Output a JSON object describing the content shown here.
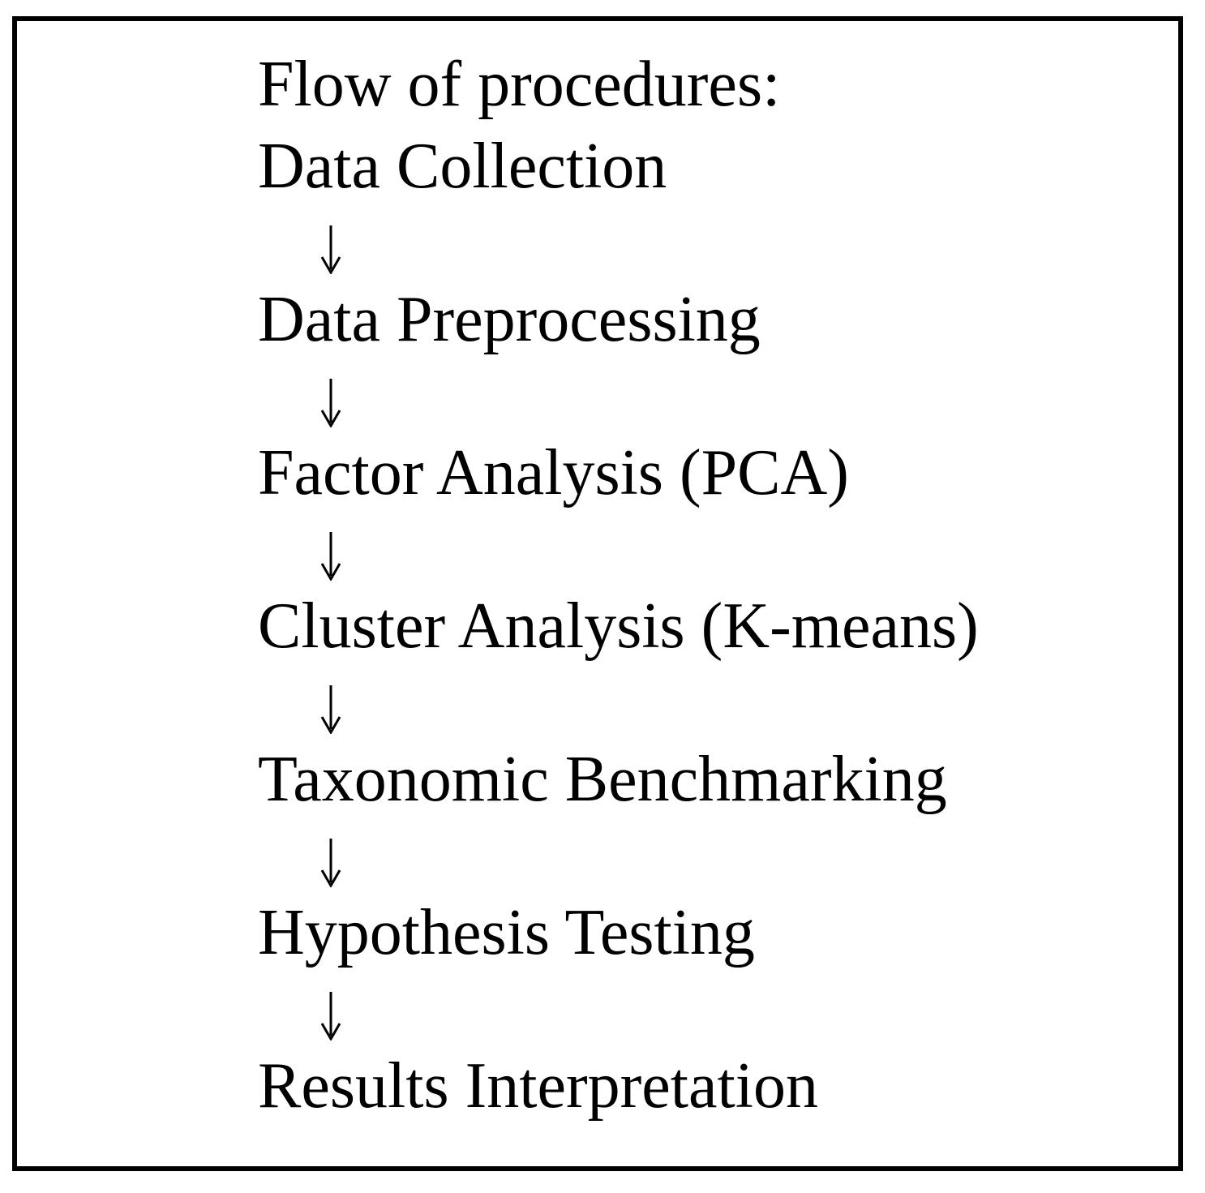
{
  "flow": {
    "title": "Flow of procedures:",
    "steps": [
      "Data Collection",
      "Data Preprocessing",
      "Factor Analysis (PCA)",
      "Cluster Analysis (K-means)",
      "Taxonomic Benchmarking",
      "Hypothesis Testing",
      "Results Interpretation"
    ],
    "connector_icon": "down-arrow",
    "connector_glyph": "↓"
  },
  "colors": {
    "ink": "#000000",
    "background": "#ffffff"
  }
}
